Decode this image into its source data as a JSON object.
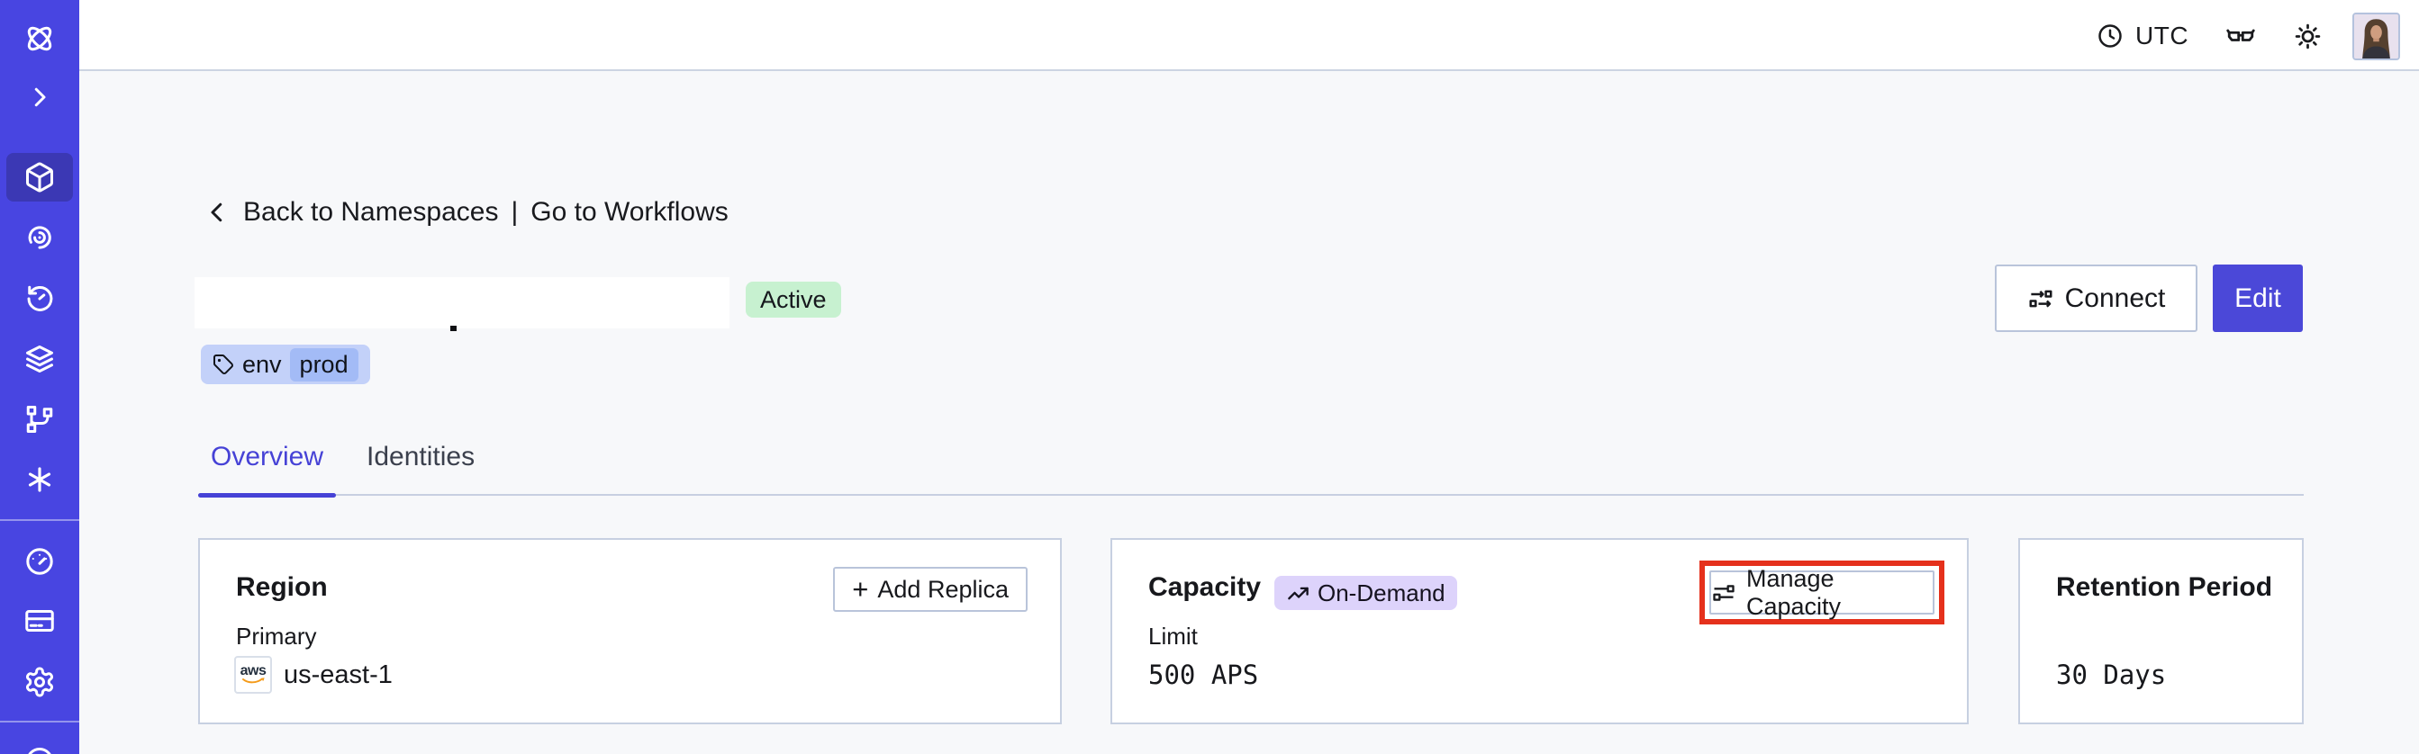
{
  "colors": {
    "sidebar": "#4845e1",
    "sidebar-active": "#3b38b4",
    "accent": "#4642d6",
    "edit-bg": "#4b48d8",
    "status-green": "#c7f1d0",
    "tag-outer": "#c3d1f9",
    "tag-inner": "#a3bbf6",
    "lavender": "#ddd3fb",
    "highlight-red": "#e5311c",
    "page-bg": "#f7f8fa",
    "card-border": "#c7d0e1",
    "button-border": "#b9c4da",
    "text": "#17181c"
  },
  "topbar": {
    "timezone": "UTC",
    "icons": [
      "clock-icon",
      "glasses-icon",
      "sun-icon",
      "user-avatar"
    ]
  },
  "sidebar": {
    "active_index": 2,
    "icons": [
      "temporal-logo",
      "expand-chevron-icon",
      "namespaces-cube-icon",
      "nexus-spiral-icon",
      "schedules-timer-icon",
      "layers-icon",
      "deployments-branch-icon",
      "asterisk-icon",
      "usage-gauge-icon",
      "billing-card-icon",
      "settings-gear-icon",
      "help-circle-icon"
    ]
  },
  "breadcrumb": {
    "back_label": "Back to Namespaces",
    "separator": "|",
    "workflows_label": "Go to Workflows"
  },
  "namespace": {
    "status_badge": "Active",
    "tag_key": "env",
    "tag_value": "prod"
  },
  "header_actions": {
    "connect_label": "Connect",
    "edit_label": "Edit"
  },
  "tabs": [
    {
      "label": "Overview",
      "active": true
    },
    {
      "label": "Identities",
      "active": false
    }
  ],
  "cards": {
    "region": {
      "title": "Region",
      "add_replica_plus": "+",
      "add_replica_label": "Add Replica",
      "field_label": "Primary",
      "provider_badge": "aws",
      "value": "us-east-1"
    },
    "capacity": {
      "title": "Capacity",
      "badge": "On-Demand",
      "manage_label": "Manage Capacity",
      "field_label": "Limit",
      "value": "500 APS"
    },
    "retention": {
      "title": "Retention Period",
      "value": "30 Days"
    }
  }
}
